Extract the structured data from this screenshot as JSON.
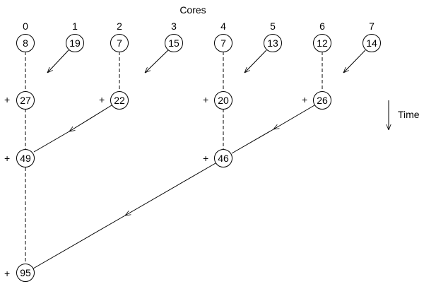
{
  "title": "Cores",
  "time_label": "Time",
  "plus": "+",
  "cores": [
    "0",
    "1",
    "2",
    "3",
    "4",
    "5",
    "6",
    "7"
  ],
  "values": {
    "c0": "8",
    "c1": "19",
    "c2": "7",
    "c3": "15",
    "c4": "7",
    "c5": "13",
    "c6": "12",
    "c7": "14",
    "s01": "27",
    "s23": "22",
    "s45": "20",
    "s67": "26",
    "s0123": "49",
    "s4567": "46",
    "total": "95"
  }
}
